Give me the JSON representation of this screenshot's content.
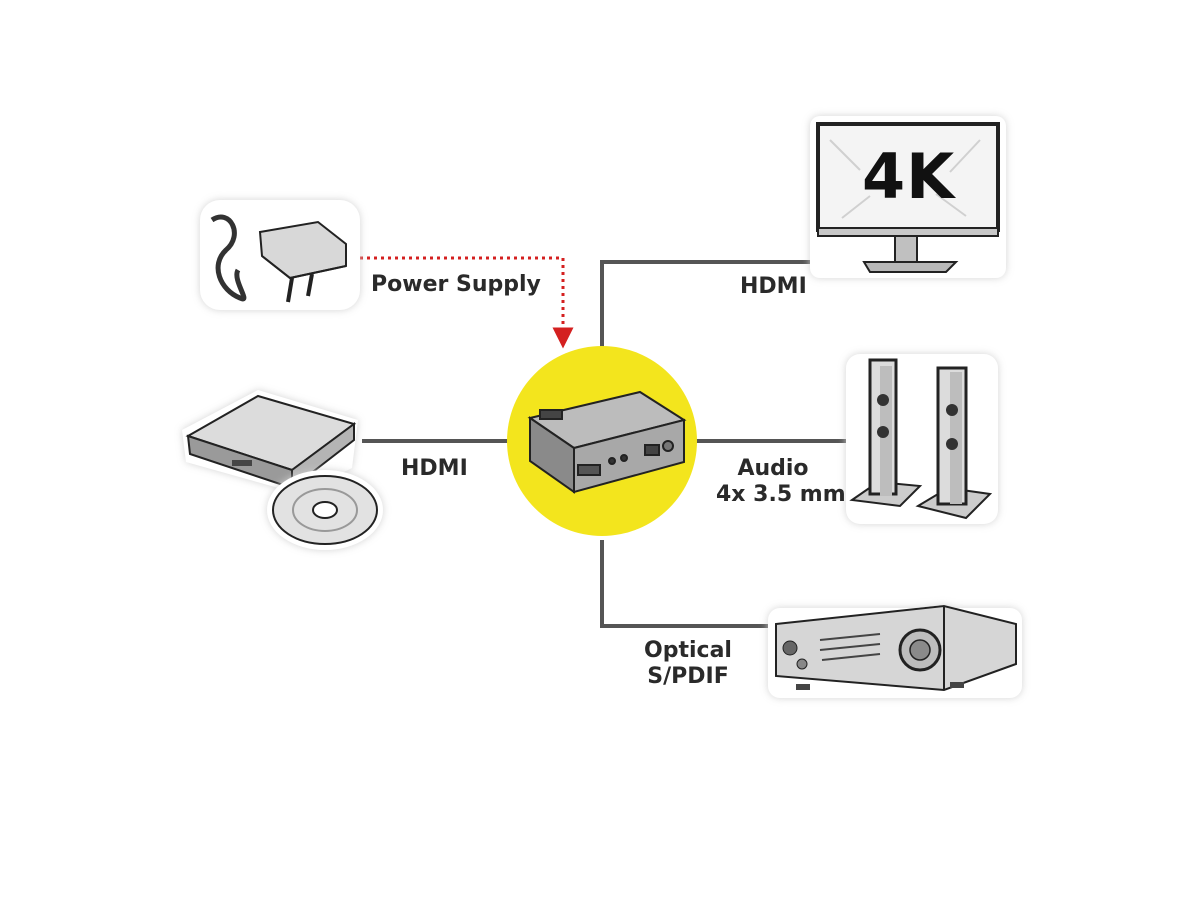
{
  "labels": {
    "power_supply": "Power Supply",
    "hdmi_out": "HDMI",
    "hdmi_in": "HDMI",
    "audio_line1": "Audio",
    "audio_line2": "4x 3.5 mm",
    "optical_line1": "Optical",
    "optical_line2": "S/PDIF"
  },
  "monitor": {
    "screen_text": "4K"
  },
  "colors": {
    "hub_yellow": "#f3e51d",
    "connector_line": "#555555",
    "power_line": "#d42020",
    "device_outline": "#222222",
    "device_shadow": "#e6e6e6"
  },
  "icons": {
    "power_adapter": "power-adapter-icon",
    "monitor": "monitor-icon",
    "dvd_player": "dvd-player-icon",
    "disc": "disc-icon",
    "speakers": "speakers-icon",
    "amplifier": "amplifier-icon",
    "converter": "hdmi-audio-extractor-icon"
  }
}
